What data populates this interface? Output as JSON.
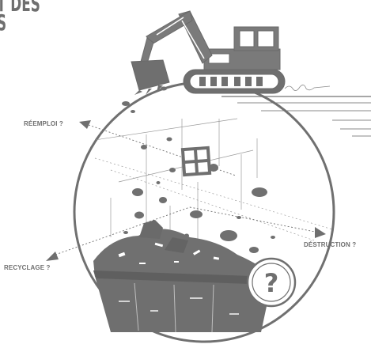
{
  "labels": {
    "reemploi": "RÉEMPLOI ?",
    "recyclage": "RECYCLAGE ?",
    "destruction": "DÉSTRUCTION ?"
  },
  "title_fragment": {
    "line1": "T DES",
    "line2": "S"
  },
  "badge": {
    "symbol": "?"
  },
  "colors": {
    "ink": "#6f6f6f",
    "background": "#ffffff"
  },
  "icons": [
    "excavator-icon",
    "skip-container-icon",
    "window-frame-icon",
    "question-badge-icon",
    "arrow-icon"
  ]
}
